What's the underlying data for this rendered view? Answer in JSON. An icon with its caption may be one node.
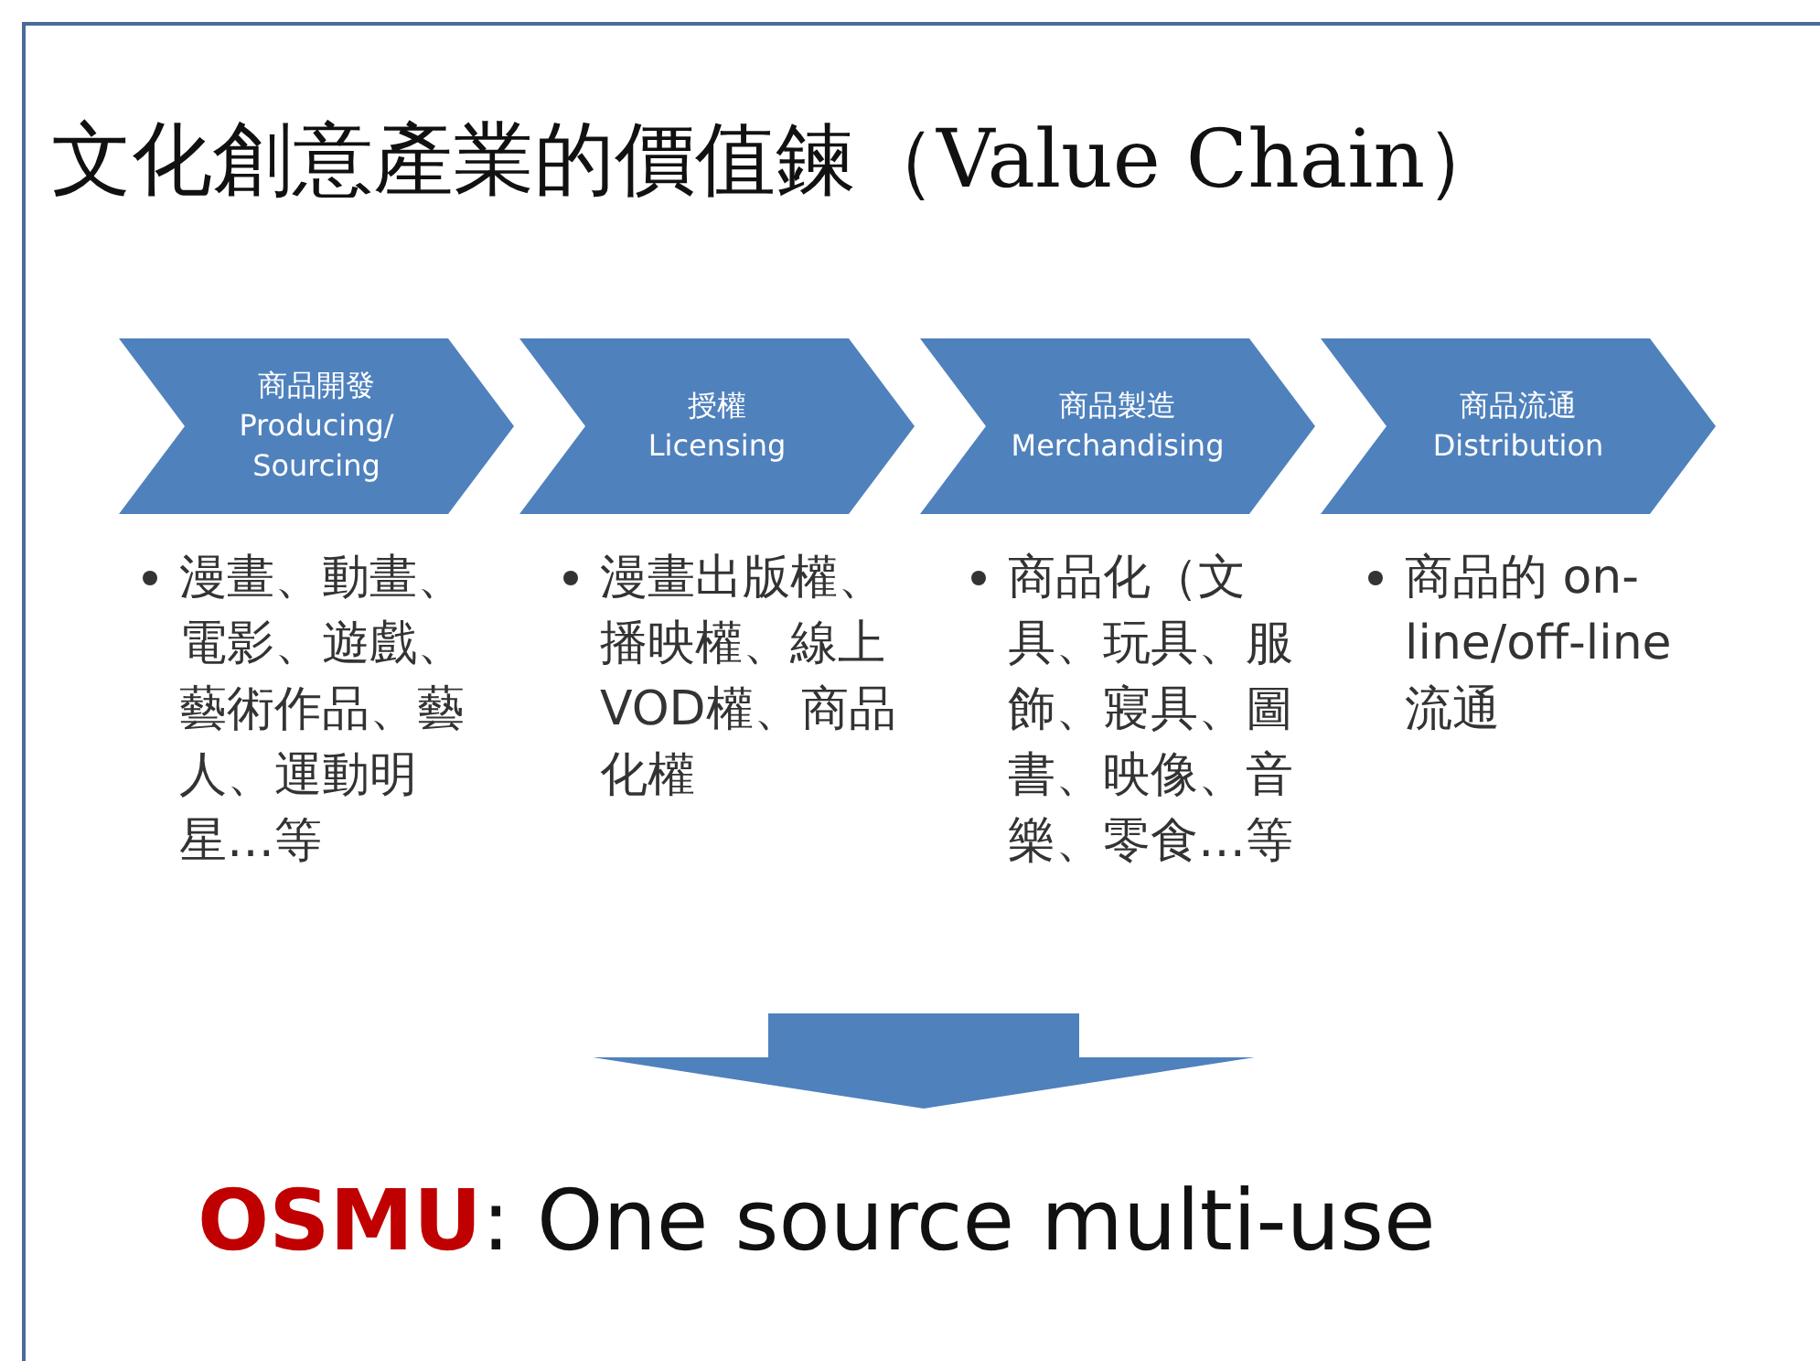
{
  "diagram": {
    "title": "文化創意產業的價值鍊（Value Chain）",
    "nodes": [
      {
        "text": [
          "商品開發",
          "Producing/ Sourcing"
        ],
        "beside": [
          "漫畫、動畫、電影、遊戲、藝術作品、藝人、運動明星…等"
        ]
      },
      {
        "text": [
          "授權",
          "Licensing"
        ],
        "beside": [
          "漫畫出版權、播映權、線上VOD權、商品化權"
        ]
      },
      {
        "text": [
          "商品製造",
          "Merchandising"
        ],
        "beside": [
          "商品化（文具、玩具、服飾、寢具、圖書、映像、音樂、零食…等"
        ]
      },
      {
        "text": [
          "商品流通",
          "Distribution"
        ],
        "beside": [
          "商品的 on-line/off-line 流通"
        ]
      }
    ],
    "labels": [
      "**OSMU**: One source multi-use"
    ]
  }
}
